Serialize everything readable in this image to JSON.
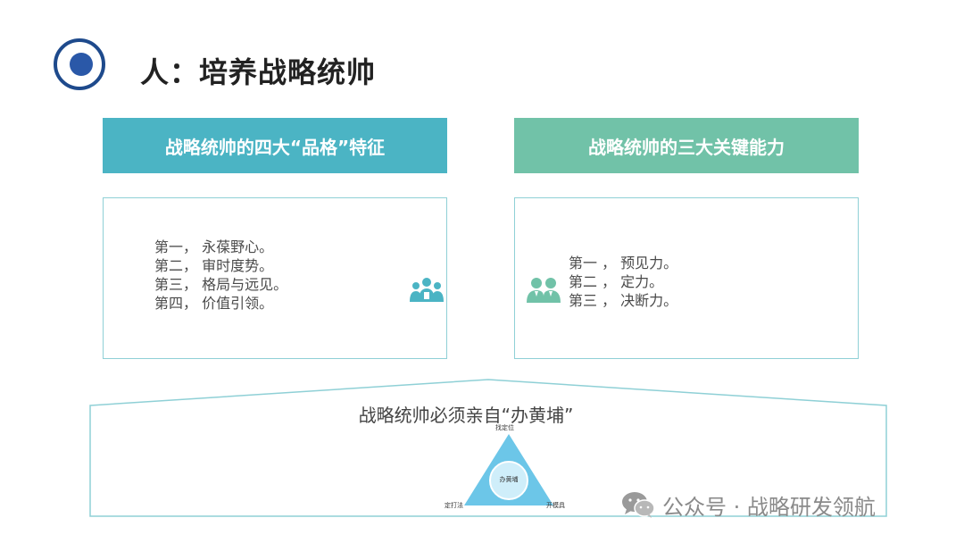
{
  "title": "人：培养战略统帅",
  "left_panel": {
    "header": "战略统帅的四大“品格”特征",
    "items": [
      "第一， 永葆野心。",
      "第二， 审时度势。",
      "第三， 格局与远见。",
      "第四， 价值引领。"
    ]
  },
  "right_panel": {
    "header": "战略统帅的三大关键能力",
    "items": [
      "第一 ， 预见力。",
      "第二 ， 定力。",
      "第三 ， 决断力。"
    ]
  },
  "bottom": {
    "title": "战略统帅必须亲自“办黄埔”",
    "triangle": {
      "top_label": "找定位",
      "left_label": "定打法",
      "right_label": "开模具",
      "center_label": "办黄埔"
    }
  },
  "watermark": "公众号 · 战略研发领航",
  "colors": {
    "header_left": "#4bb4c4",
    "header_right": "#71c2a8",
    "logo_ring": "#1e4a8c",
    "triangle": "#6cc6e8"
  },
  "icons": {
    "logo": "target-circle-icon",
    "team_left": "team-group-icon",
    "team_right": "partners-icon",
    "watermark": "wechat-icon"
  }
}
